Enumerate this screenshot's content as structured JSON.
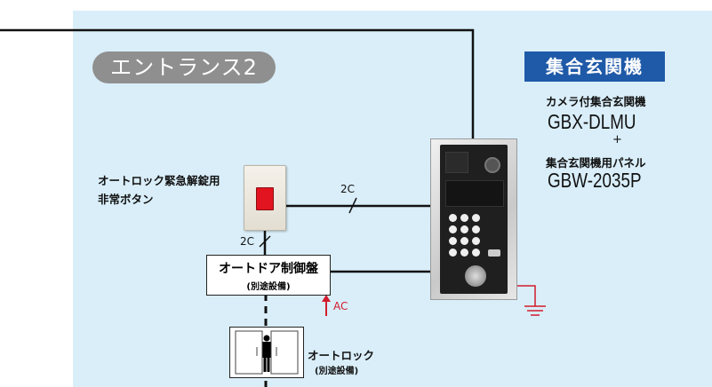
{
  "entrance_label": "エントランス2",
  "section_title": "集合玄関機",
  "device": {
    "name1": "カメラ付集合玄関機",
    "model1": "GBX-DLMU",
    "plus": "+",
    "name2": "集合玄関機用パネル",
    "model2": "GBW-2035P"
  },
  "emergency_button": {
    "line1": "オートロック緊急解錠用",
    "line2": "非常ボタン"
  },
  "wire_labels": {
    "upper": "2C",
    "lower": "2C"
  },
  "control_box": {
    "title": "オートドア制御盤",
    "note": "(別途設備)"
  },
  "ac_label": "AC",
  "autolock": {
    "title": "オートロック",
    "note": "(別途設備)"
  },
  "colors": {
    "background": "#d9eef9",
    "title_badge": "#1f5aa8",
    "entrance_pill": "#8f8f8f",
    "ground": "#d21c2c",
    "ac_arrow": "#d21c2c"
  }
}
